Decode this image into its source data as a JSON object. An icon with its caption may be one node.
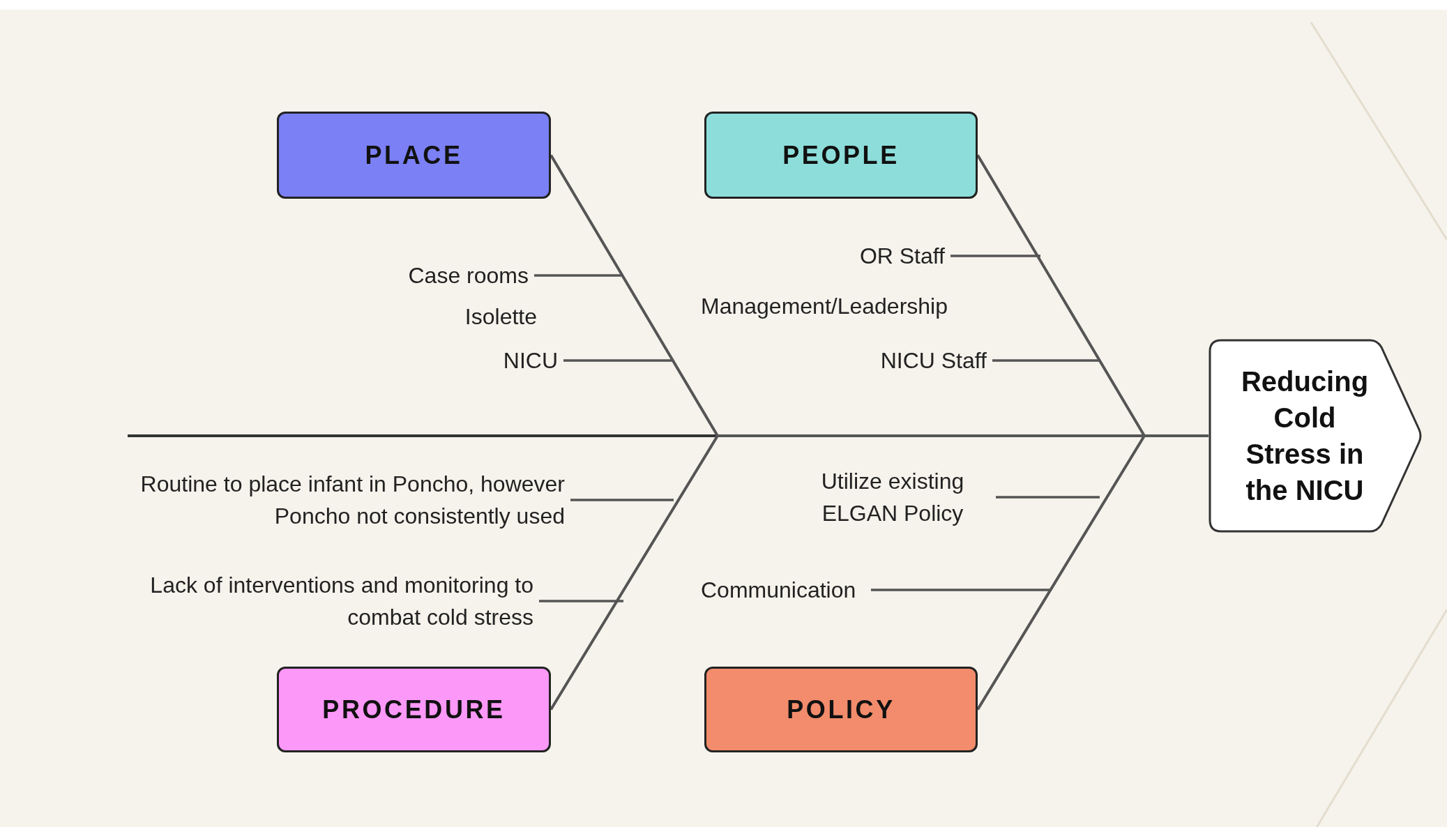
{
  "diagram": {
    "nodes": [
      {
        "text": [
          "PLACE"
        ]
      },
      {
        "text": [
          "PEOPLE"
        ]
      },
      {
        "text": [
          "PROCEDURE"
        ]
      },
      {
        "text": [
          "POLICY"
        ]
      },
      {
        "text": [
          "Reducing Cold Stress in the NICU"
        ]
      },
      {
        "text": [
          "Case rooms"
        ]
      },
      {
        "text": [
          "NICU"
        ]
      },
      {
        "text": [
          "OR Staff"
        ]
      },
      {
        "text": [
          "NICU Staff"
        ]
      },
      {
        "text": [
          "Routine to place infant in Poncho, however Poncho not consistently used"
        ]
      },
      {
        "text": [
          "Lack of interventions and monitoring to combat cold stress"
        ]
      },
      {
        "text": [
          "Utilize existing ELGAN Policy"
        ]
      },
      {
        "text": [
          "Communication"
        ]
      }
    ],
    "edges": [
      {
        "from": 0,
        "to": 4,
        "arrow": "none"
      },
      {
        "from": 1,
        "to": 4,
        "arrow": "none"
      },
      {
        "from": 2,
        "to": 4,
        "arrow": "none"
      },
      {
        "from": 3,
        "to": 4,
        "arrow": "none"
      },
      {
        "from": 5,
        "to": null,
        "arrow": "none"
      },
      {
        "from": 6,
        "to": null,
        "arrow": "none"
      },
      {
        "from": 7,
        "to": null,
        "arrow": "none"
      },
      {
        "from": 8,
        "to": null,
        "arrow": "none"
      },
      {
        "from": 9,
        "to": null,
        "arrow": "none"
      },
      {
        "from": 10,
        "to": null,
        "arrow": "none"
      },
      {
        "from": 11,
        "to": null,
        "arrow": "none"
      },
      {
        "from": 12,
        "to": null,
        "arrow": "none"
      }
    ],
    "labels": [
      "Isolette",
      "Management/Leadership"
    ]
  }
}
